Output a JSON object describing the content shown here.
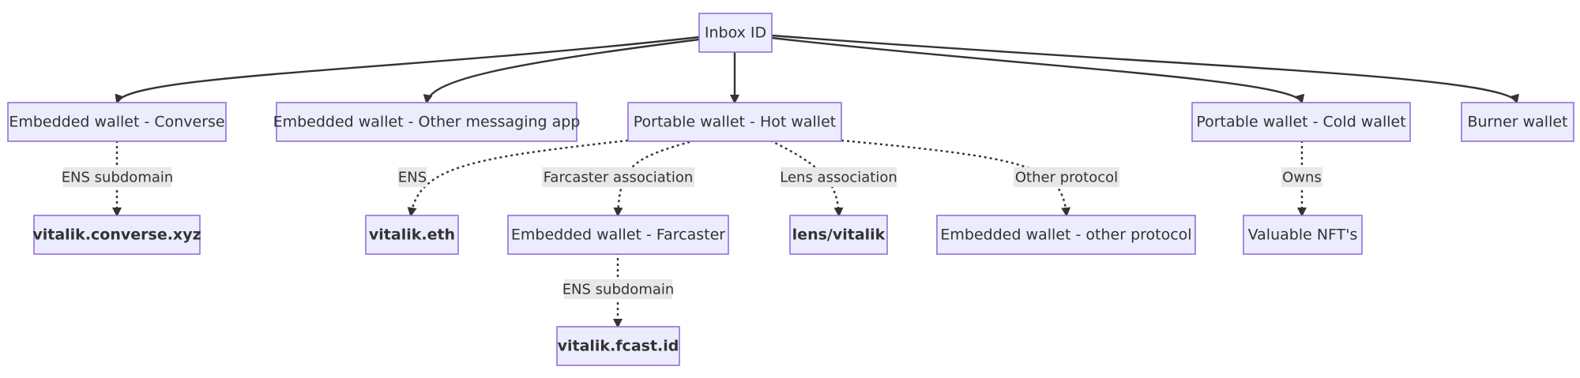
{
  "nodes": {
    "inbox": "Inbox ID",
    "converse": "Embedded wallet - Converse",
    "other_msg": "Embedded wallet - Other messaging app",
    "hot": "Portable wallet - Hot wallet",
    "cold": "Portable wallet - Cold wallet",
    "burner": "Burner wallet",
    "converse_xyz": "vitalik.converse.xyz",
    "vitalik_eth": "vitalik.eth",
    "farcaster": "Embedded wallet - Farcaster",
    "lens": "lens/vitalik",
    "other_protocol": "Embedded wallet - other protocol",
    "nfts": "Valuable NFT's",
    "fcast": "vitalik.fcast.id"
  },
  "edge_labels": {
    "converse_ens": "ENS subdomain",
    "hot_ens": "ENS",
    "hot_farcaster": "Farcaster association",
    "hot_lens": "Lens association",
    "hot_other": "Other protocol",
    "cold_owns": "Owns",
    "farcaster_ens": "ENS subdomain"
  },
  "colors": {
    "node_fill": "#ececff",
    "node_border": "#9370db",
    "edge": "#333333",
    "label_bg": "#e8e8e8"
  }
}
